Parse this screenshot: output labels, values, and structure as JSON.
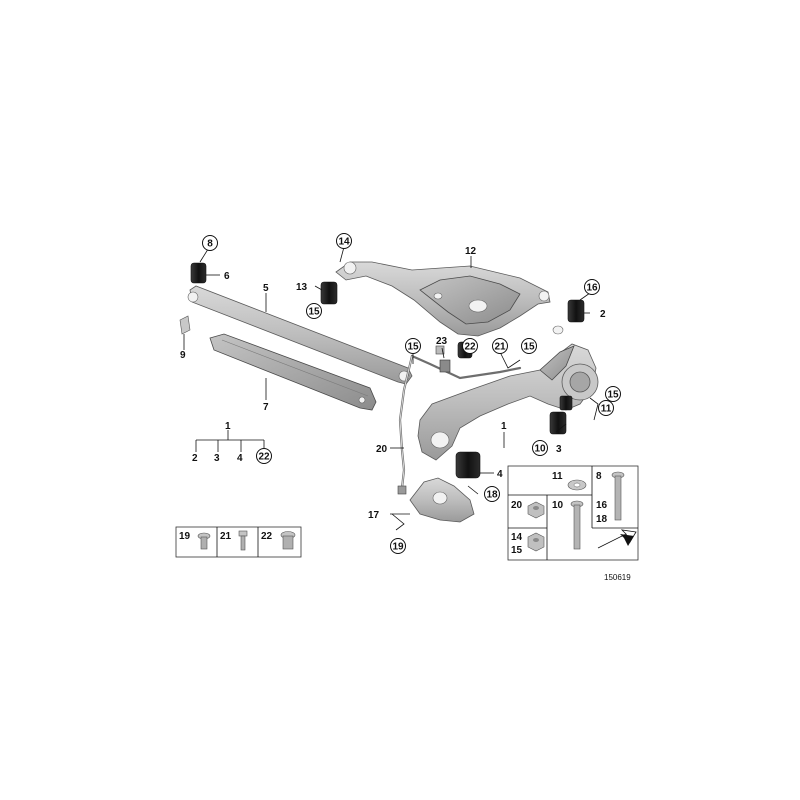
{
  "diagram_id": "150619",
  "callouts": {
    "c1": "1",
    "c1b": "1",
    "c2": "2",
    "c2b": "2",
    "c3": "3",
    "c3b": "3",
    "c4": "4",
    "c4b": "4",
    "c5": "5",
    "c6": "6",
    "c7": "7",
    "c8": "8",
    "c8b": "8",
    "c9": "9",
    "c10": "10",
    "c10b": "10",
    "c11": "11",
    "c11b": "11",
    "c12": "12",
    "c13": "13",
    "c14": "14",
    "c14b": "14",
    "c15a": "15",
    "c15b": "15",
    "c15c": "15",
    "c15d": "15",
    "c15e": "15",
    "c16": "16",
    "c16b": "16",
    "c17": "17",
    "c18": "18",
    "c18b": "18",
    "c19": "19",
    "c19b": "19",
    "c20": "20",
    "c20b": "20",
    "c21": "21",
    "c21b": "21",
    "c22": "22",
    "c22b": "22",
    "c22c": "22",
    "c23": "23"
  },
  "colors": {
    "metal": "#b9b9b9",
    "rubber": "#1c1c1c",
    "line": "#111111",
    "background": "#ffffff"
  }
}
